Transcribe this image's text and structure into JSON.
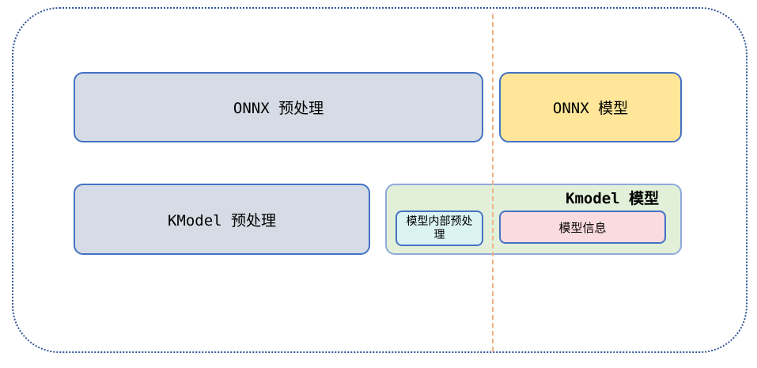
{
  "diagram": {
    "onnx_preprocess": "ONNX 预处理",
    "onnx_model": "ONNX 模型",
    "kmodel_preprocess": "KModel 预处理",
    "kmodel_model": "Kmodel 模型",
    "kmodel_inner_preprocess": "模型内部预处理",
    "kmodel_model_info": "模型信息"
  },
  "colors": {
    "frame_border": "#2f5597",
    "box_border": "#4472c4",
    "preprocess_fill": "#d6dce5",
    "onnx_model_fill": "#ffe699",
    "kmodel_model_fill": "#e2f0d9",
    "inner_preprocess_fill": "#dbf3f3",
    "model_info_fill": "#fadbe0",
    "divider": "#f4b183"
  }
}
